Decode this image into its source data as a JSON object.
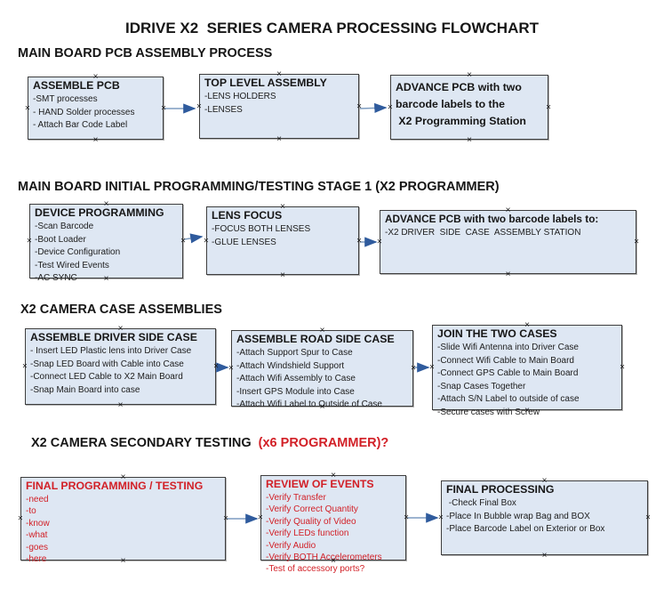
{
  "page_title": "IDRIVE X2  SERIES CAMERA PROCESSING FLOWCHART",
  "colors": {
    "background": "#ffffff",
    "box_fill": "#dee7f3",
    "box_border": "#3e3e3e",
    "arrow_shaft": "#7d9cc0",
    "arrow_head": "#2f5b9d",
    "text_black": "#161616",
    "text_red": "#d22027"
  },
  "anchor_glyph": "×",
  "sections": [
    {
      "heading": "MAIN BOARD PCB ASSEMBLY PROCESS",
      "boxes": [
        {
          "title": "ASSEMBLE PCB",
          "items": [
            "-SMT processes",
            "- HAND Solder processes",
            "- Attach Bar Code Label"
          ]
        },
        {
          "title": "TOP LEVEL ASSEMBLY",
          "items": [
            "-LENS HOLDERS",
            "-LENSES"
          ]
        },
        {
          "title": "ADVANCE PCB with two\nbarcode labels to the\n X2 Programming Station",
          "items": []
        }
      ]
    },
    {
      "heading": "MAIN BOARD INITIAL PROGRAMMING/TESTING STAGE 1 (X2 PROGRAMMER)",
      "boxes": [
        {
          "title": "DEVICE PROGRAMMING",
          "items": [
            "-Scan Barcode",
            "-Boot Loader",
            "-Device Configuration",
            "-Test Wired Events",
            "-AC SYNC"
          ]
        },
        {
          "title": "LENS FOCUS",
          "items": [
            "-FOCUS BOTH LENSES",
            "-GLUE LENSES"
          ]
        },
        {
          "title": "ADVANCE PCB with two barcode labels to:",
          "items": [
            "-X2 DRIVER  SIDE  CASE  ASSEMBLY STATION"
          ]
        }
      ]
    },
    {
      "heading": "X2 CAMERA CASE ASSEMBLIES",
      "boxes": [
        {
          "title": "ASSEMBLE DRIVER SIDE CASE",
          "items": [
            "- Insert LED Plastic lens into Driver Case",
            "-Snap LED Board with Cable into Case",
            "-Connect LED Cable to X2 Main Board",
            "-Snap Main Board into case"
          ]
        },
        {
          "title": "ASSEMBLE ROAD SIDE CASE",
          "items": [
            "-Attach Support Spur to Case",
            "-Attach Windshield Support",
            "-Attach Wifi Assembly to Case",
            "-Insert GPS Module into Case",
            "-Attach Wifi Label to Outside of Case"
          ]
        },
        {
          "title": "JOIN THE TWO CASES",
          "items": [
            "-Slide Wifi Antenna into Driver Case",
            "-Connect Wifi Cable to Main Board",
            "-Connect GPS Cable to Main Board",
            "-Snap Cases Together",
            "-Attach S/N Label to outside of case",
            "-Secure cases with Screw"
          ]
        }
      ]
    },
    {
      "heading": "X2 CAMERA SECONDARY TESTING",
      "heading_red": "  (x6 PROGRAMMER)?",
      "boxes": [
        {
          "title": "FINAL PROGRAMMING / TESTING",
          "items": [
            "-need",
            "-to",
            "-know",
            "-what",
            "-goes",
            "-here"
          ]
        },
        {
          "title": "REVIEW OF EVENTS",
          "items": [
            "-Verify Transfer",
            "-Verify Correct Quantity",
            "-Verify Quality of Video",
            "-Verify LEDs function",
            "-Verify Audio",
            "-Verify BOTH Accelerometers",
            "-Test of accessory ports?"
          ]
        },
        {
          "title": "FINAL PROCESSING",
          "items": [
            " -Check Final Box",
            "-Place In Bubble wrap Bag and BOX",
            "-Place Barcode Label on Exterior or Box"
          ]
        }
      ]
    }
  ]
}
